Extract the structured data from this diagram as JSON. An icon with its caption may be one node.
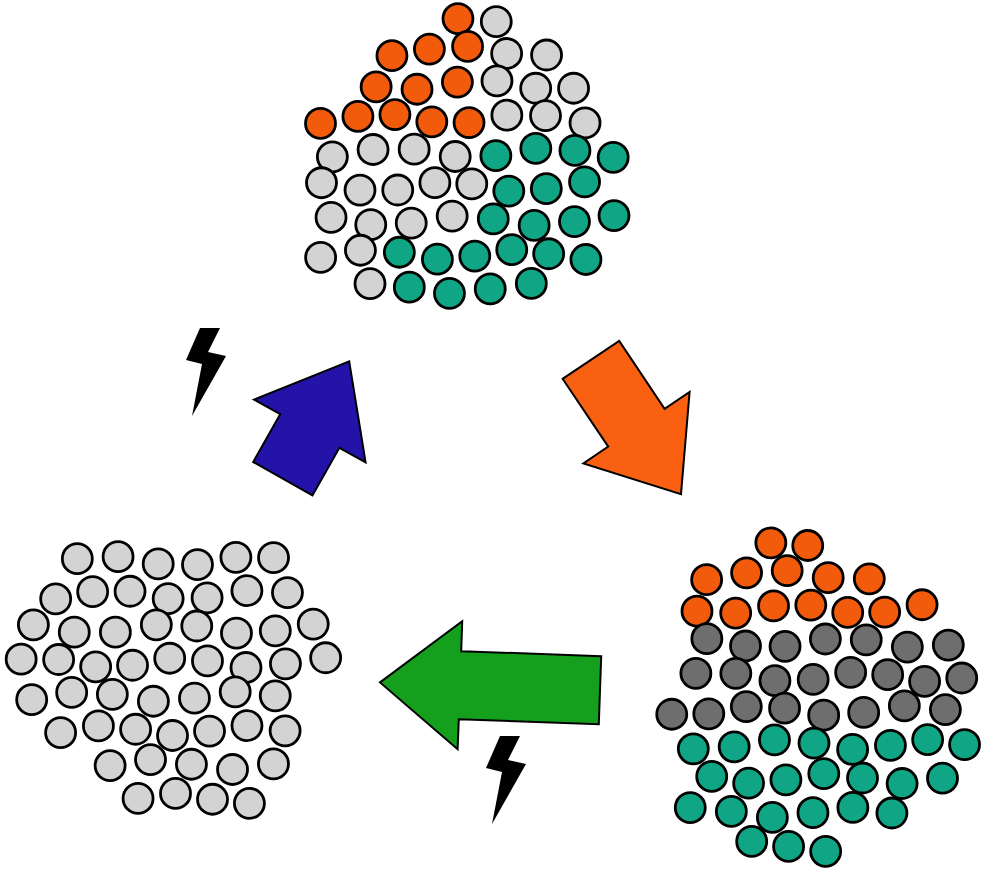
{
  "diagram": {
    "nodes": [
      {
        "text": [],
        "shape": "cluster"
      },
      {
        "text": [],
        "shape": "cluster"
      },
      {
        "text": [],
        "shape": "cluster"
      }
    ],
    "edges": [
      {
        "from": 2,
        "to": 0,
        "arrow": "to",
        "style": "thick",
        "color": "#2313a8"
      },
      {
        "from": 0,
        "to": 1,
        "arrow": "to",
        "style": "thick",
        "color": "#fa6011"
      },
      {
        "from": 1,
        "to": 2,
        "arrow": "to",
        "style": "thick",
        "color": "#14a01c"
      }
    ]
  }
}
